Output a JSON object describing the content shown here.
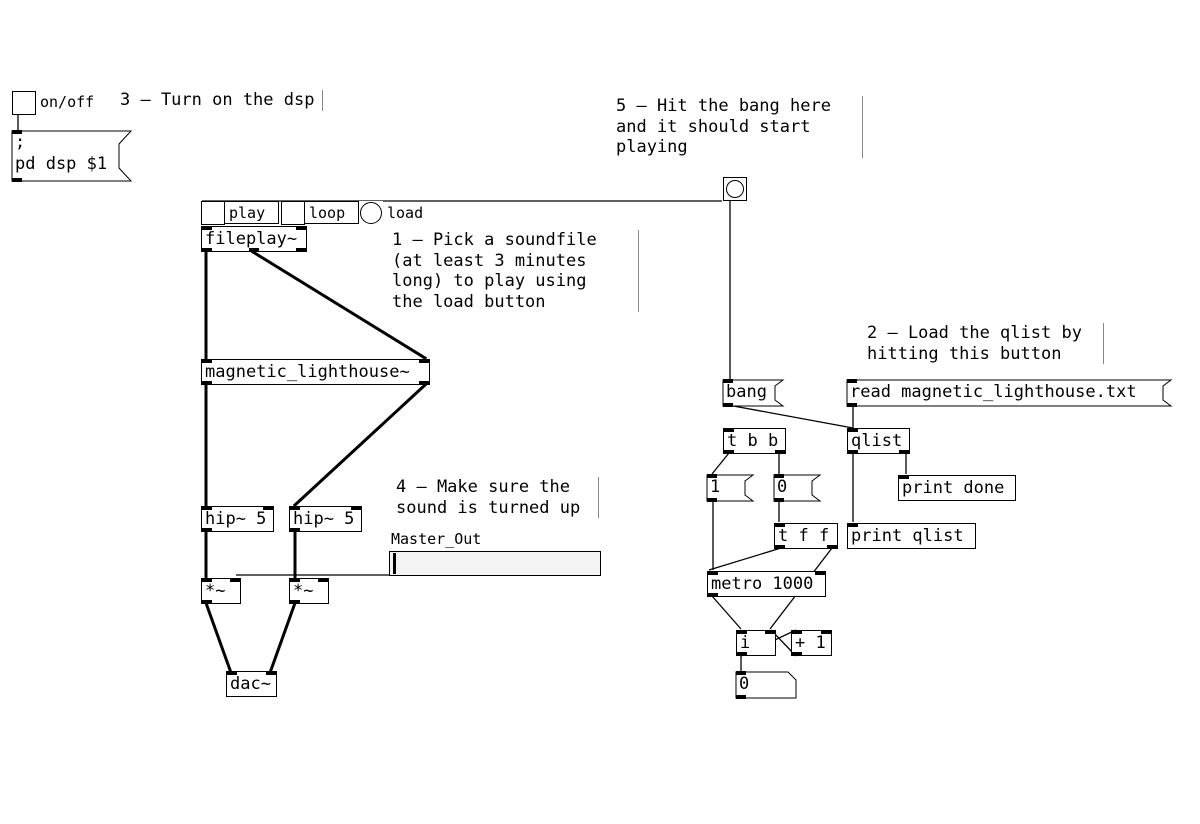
{
  "dsp": {
    "toggle_label": "on/off",
    "message_line1": ";",
    "message_line2": "pd dsp $1"
  },
  "comments": {
    "step1": "1 – Pick a soundfile\n(at least 3 minutes\nlong) to play using\nthe load button",
    "step2": "2 – Load the qlist by\nhitting this button",
    "step3": "3 – Turn on the dsp",
    "step4": "4 – Make sure the\nsound is turned up",
    "step5": "5 – Hit the bang here\nand it should start\nplaying"
  },
  "fileplay_panel": {
    "play_label": "play",
    "loop_label": "loop",
    "load_label": "load"
  },
  "objects": {
    "fileplay": "fileplay~",
    "magnetic": "magnetic_lighthouse~",
    "hip_left": "hip~ 5",
    "hip_right": "hip~ 5",
    "mul_left": "*~",
    "mul_right": "*~",
    "dac": "dac~",
    "tbb": "t b b",
    "tff": "t f f",
    "metro": "metro 1000",
    "int": "i",
    "plus": "+ 1",
    "qlist": "qlist",
    "print_done": "print done",
    "print_qlist": "print qlist"
  },
  "messages": {
    "bang": "bang",
    "read": "read magnetic_lighthouse.txt",
    "one": "1",
    "zero": "0"
  },
  "number_box": "0",
  "slider_label": "Master_Out"
}
